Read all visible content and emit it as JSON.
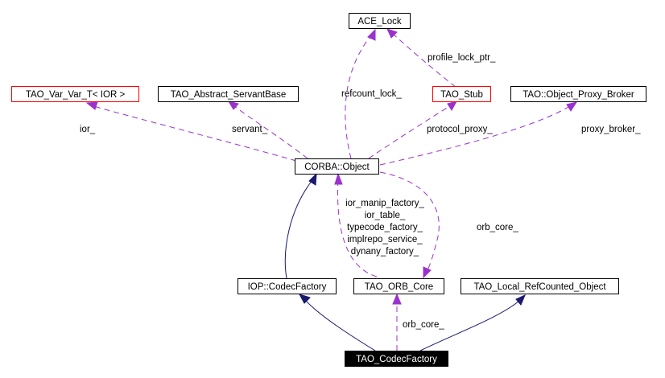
{
  "diagram": {
    "colors": {
      "inheritance": "#191970",
      "usage": "#9a32cd",
      "highlight_border": "#ff0000",
      "focus_fill": "#000000"
    },
    "nodes": {
      "ace_lock": "ACE_Lock",
      "tao_var_var_t": "TAO_Var_Var_T< IOR >",
      "tao_abstract_servantbase": "TAO_Abstract_ServantBase",
      "tao_stub": "TAO_Stub",
      "tao_object_proxy_broker": "TAO::Object_Proxy_Broker",
      "corba_object": "CORBA::Object",
      "iop_codecfactory": "IOP::CodecFactory",
      "tao_orb_core": "TAO_ORB_Core",
      "tao_local_refcounted_object": "TAO_Local_RefCounted_Object",
      "tao_codecfactory": "TAO_CodecFactory"
    },
    "edge_labels": {
      "profile_lock_ptr": "profile_lock_ptr_",
      "refcount_lock": "refcount_lock_",
      "ior": "ior_",
      "servant": "servant_",
      "protocol_proxy": "protocol_proxy_",
      "proxy_broker": "proxy_broker_",
      "orb_core_members": [
        "ior_manip_factory_",
        "ior_table_",
        "typecode_factory_",
        "implrepo_service_",
        "dynany_factory_"
      ],
      "orb_core_corba": "orb_core_",
      "orb_core_codec": "orb_core_"
    }
  }
}
